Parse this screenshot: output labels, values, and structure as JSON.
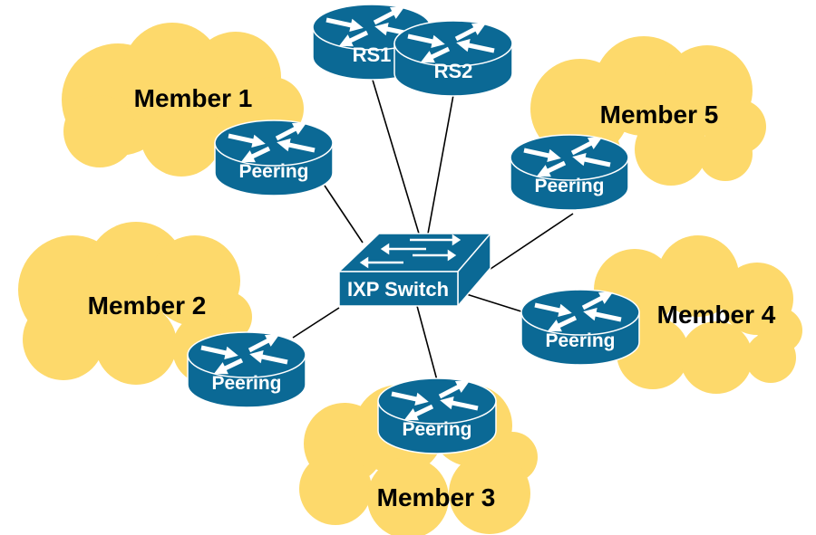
{
  "colors": {
    "device": "#0b6995",
    "cloud": "#fdd96b",
    "link": "#000000",
    "device_text": "#ffffff"
  },
  "members": [
    {
      "id": "m1",
      "label": "Member 1",
      "router_label": "Peering"
    },
    {
      "id": "m2",
      "label": "Member 2",
      "router_label": "Peering"
    },
    {
      "id": "m3",
      "label": "Member 3",
      "router_label": "Peering"
    },
    {
      "id": "m4",
      "label": "Member 4",
      "router_label": "Peering"
    },
    {
      "id": "m5",
      "label": "Member 5",
      "router_label": "Peering"
    }
  ],
  "route_servers": [
    {
      "id": "rs1",
      "label": "RS1"
    },
    {
      "id": "rs2",
      "label": "RS2"
    }
  ],
  "switch": {
    "label": "IXP Switch"
  }
}
